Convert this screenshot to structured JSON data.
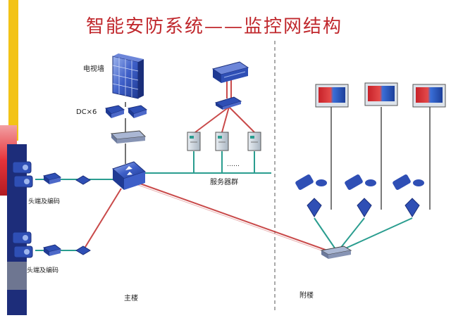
{
  "title": "智能安防系统——监控网结构",
  "labels": {
    "tv_wall": "电视墙",
    "dc": "DC×6",
    "server_group": "服务器群",
    "server_dots": "……",
    "head_encode_1": "头端及编码",
    "head_encode_2": "头端及编码",
    "main_building": "主楼",
    "annex_building": "附楼"
  },
  "colors": {
    "title": "#c0282d",
    "red_link": "#c94a4a",
    "teal_link": "#2a9d8f",
    "device_blue": "#2f4fb5",
    "band_yellow": "#f3c316",
    "band_red": "#e6333a",
    "band_navy": "#1d2d7a"
  }
}
